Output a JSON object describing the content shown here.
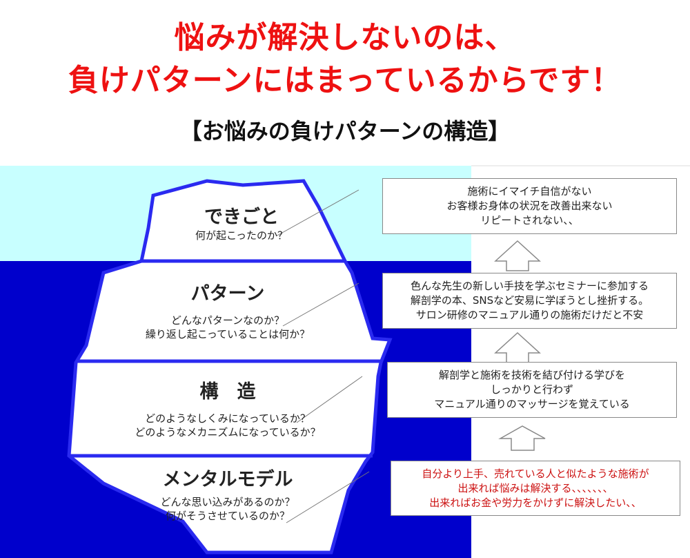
{
  "title_lines": [
    "悩みが解決しないのは、",
    "負けパターンにはまっているからです！"
  ],
  "subtitle": "【お悩みの負けパターンの構造】",
  "colors": {
    "title": "#ee1111",
    "sky": "#c8ffff",
    "sea": "#0000cc",
    "iceberg_border": "#2a2af0",
    "highlight_text": "#cc1111"
  },
  "iceberg_levels": [
    {
      "heading": "できごと",
      "questions": [
        "何が起こったのか？"
      ]
    },
    {
      "heading": "パターン",
      "questions": [
        "どんなパターンなのか？",
        "繰り返し起こっていることは何か？"
      ]
    },
    {
      "heading": "構　造",
      "questions": [
        "どのようなしくみになっているか？",
        "どのようなメカニズムになっているか？"
      ]
    },
    {
      "heading": "メンタルモデル",
      "questions": [
        "どんな思い込みがあるのか？",
        "何がそうさせているのか？"
      ]
    }
  ],
  "boxes": [
    {
      "lines": [
        "施術にイマイチ自信がない",
        "お客様お身体の状況を改善出来ない",
        "リピートされない、、"
      ]
    },
    {
      "lines": [
        "色んな先生の新しい手技を学ぶセミナーに参加する",
        "解剖学の本、SNSなど安易に学ぼうとし挫折する。",
        "サロン研修のマニュアル通りの施術だけだと不安"
      ]
    },
    {
      "lines": [
        "解剖学と施術を技術を結び付ける学びを",
        "しっかりと行わず",
        "マニュアル通りのマッサージを覚えている"
      ]
    },
    {
      "lines": [
        "自分より上手、売れている人と似たような施術が",
        "出来れば悩みは解決する、、、、、、、",
        "出来ればお金や労力をかけずに解決したい、、"
      ]
    }
  ]
}
